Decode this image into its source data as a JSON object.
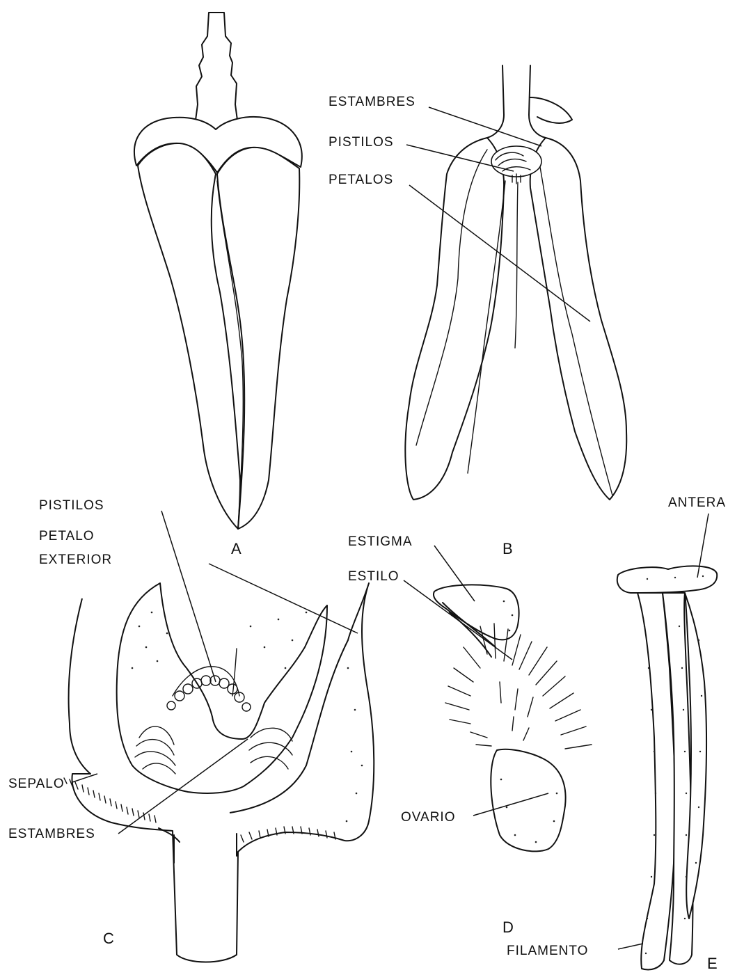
{
  "panels": {
    "a": "A",
    "b": "B",
    "c": "C",
    "d": "D",
    "e": "E"
  },
  "labels": {
    "b_estambres": "ESTAMBRES",
    "b_pistilos": "PISTILOS",
    "b_petalos": "PETALOS",
    "c_pistilos": "PISTILOS",
    "c_petalo_exterior_1": "PETALO",
    "c_petalo_exterior_2": "EXTERIOR",
    "c_sepalo": "SEPALO",
    "c_estambres": "ESTAMBRES",
    "d_estigma": "ESTIGMA",
    "d_estilo": "ESTILO",
    "d_ovario": "OVARIO",
    "e_antera": "ANTERA",
    "e_filamento": "FILAMENTO"
  }
}
